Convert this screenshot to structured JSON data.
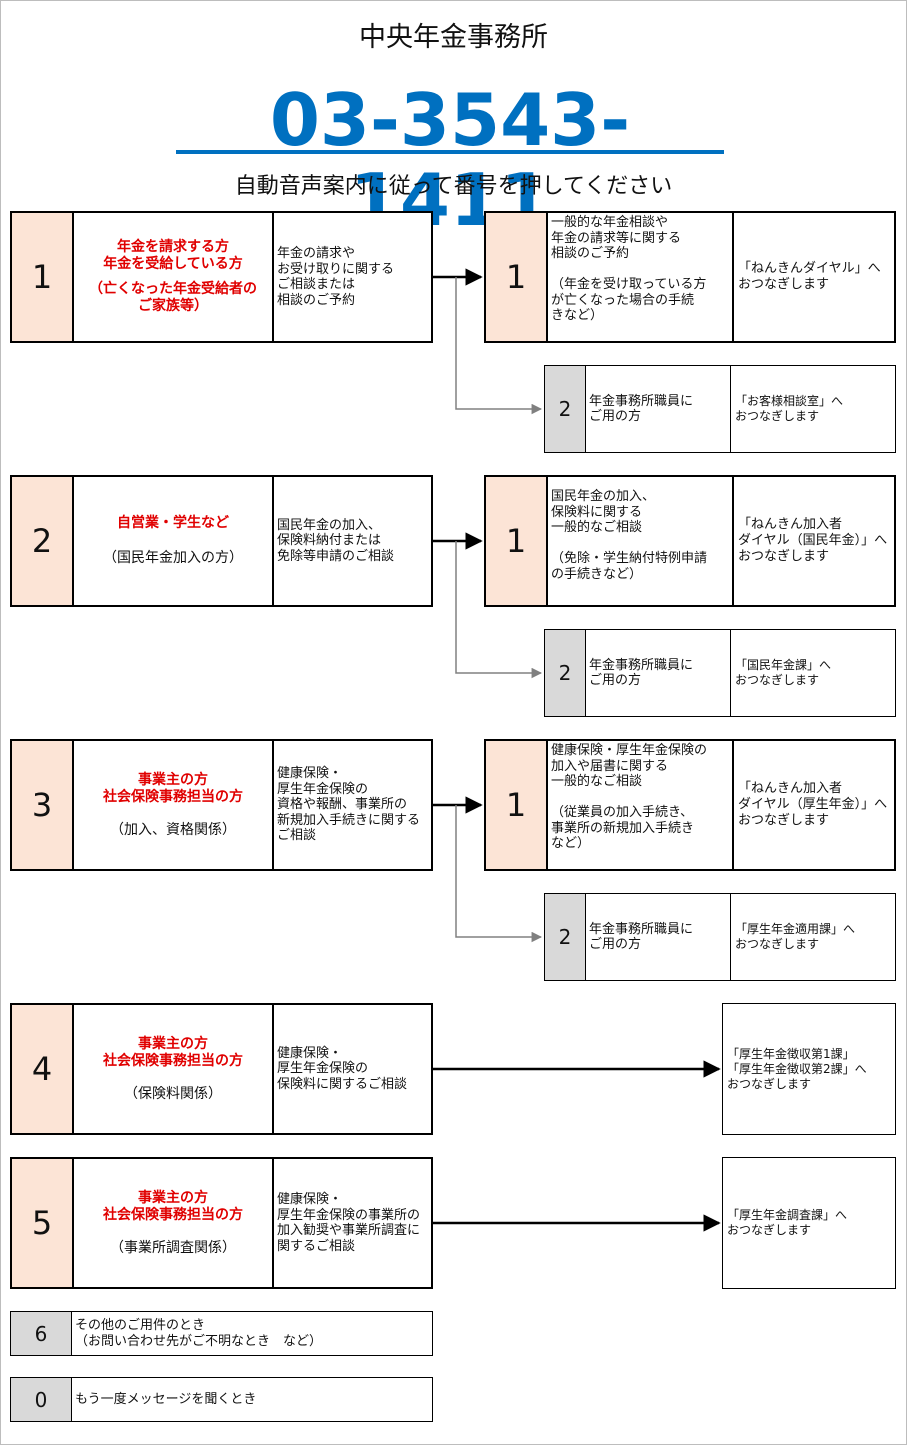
{
  "office": "中央年金事務所",
  "phone": "03-3543-1411",
  "instruction": "自動音声案内に従って番号を押してください",
  "groups": [
    {
      "num": "1",
      "who": [
        "年金を請求する方",
        "年金を受給している方"
      ],
      "who_sub": "（亡くなった年金受給者の\nご家族等）",
      "desc": "年金の請求や\nお受け取りに関する\nご相談または\n相談のご予約",
      "opt1": {
        "num": "1",
        "desc": "一般的な年金相談や\n年金の請求等に関する\n相談のご予約\n\n（年金を受け取っている方\nが亡くなった場合の手続\nきなど）",
        "dest": "「ねんきんダイヤル」へ\nおつなぎします"
      },
      "opt2": {
        "num": "2",
        "desc": "年金事務所職員に\nご用の方",
        "dest": "「お客様相談室」へ\nおつなぎします"
      }
    },
    {
      "num": "2",
      "who": [
        "自営業・学生など"
      ],
      "who_sub": "（国民年金加入の方）",
      "desc": "国民年金の加入、\n保険料納付または\n免除等申請のご相談",
      "opt1": {
        "num": "1",
        "desc": "国民年金の加入、\n保険料に関する\n一般的なご相談\n\n（免除・学生納付特例申請\nの手続きなど）",
        "dest": "「ねんきん加入者\nダイヤル（国民年金）」へ\nおつなぎします"
      },
      "opt2": {
        "num": "2",
        "desc": "年金事務所職員に\nご用の方",
        "dest": "「国民年金課」へ\nおつなぎします"
      }
    },
    {
      "num": "3",
      "who": [
        "事業主の方",
        "社会保険事務担当の方"
      ],
      "who_sub": "（加入、資格関係）",
      "desc": "健康保険・\n厚生年金保険の\n資格や報酬、事業所の\n新規加入手続きに関する\nご相談",
      "opt1": {
        "num": "1",
        "desc": "健康保険・厚生年金保険の\n加入や届書に関する\n一般的なご相談\n\n（従業員の加入手続き、\n事業所の新規加入手続き\nなど）",
        "dest": "「ねんきん加入者\nダイヤル（厚生年金）」へ\nおつなぎします"
      },
      "opt2": {
        "num": "2",
        "desc": "年金事務所職員に\nご用の方",
        "dest": "「厚生年金適用課」へ\nおつなぎします"
      }
    },
    {
      "num": "4",
      "who": [
        "事業主の方",
        "社会保険事務担当の方"
      ],
      "who_sub": "（保険料関係）",
      "desc": "健康保険・\n厚生年金保険の\n保険料に関するご相談",
      "dest": "「厚生年金徴収第1課」\n「厚生年金徴収第2課」へ\nおつなぎします"
    },
    {
      "num": "5",
      "who": [
        "事業主の方",
        "社会保険事務担当の方"
      ],
      "who_sub": "（事業所調査関係）",
      "desc": "健康保険・\n厚生年金保険の事業所の\n加入勧奨や事業所調査に\n関するご相談",
      "dest": "「厚生年金調査課」へ\nおつなぎします"
    }
  ],
  "extra": [
    {
      "num": "6",
      "desc": "その他のご用件のとき\n（お問い合わせ先がご不明なとき　など）"
    },
    {
      "num": "0",
      "desc": "もう一度メッセージを聞くとき"
    }
  ],
  "colors": {
    "phone": "#0070c0",
    "red": "#e00000",
    "peach": "#fce4d6",
    "gray": "#d9d9d9"
  }
}
